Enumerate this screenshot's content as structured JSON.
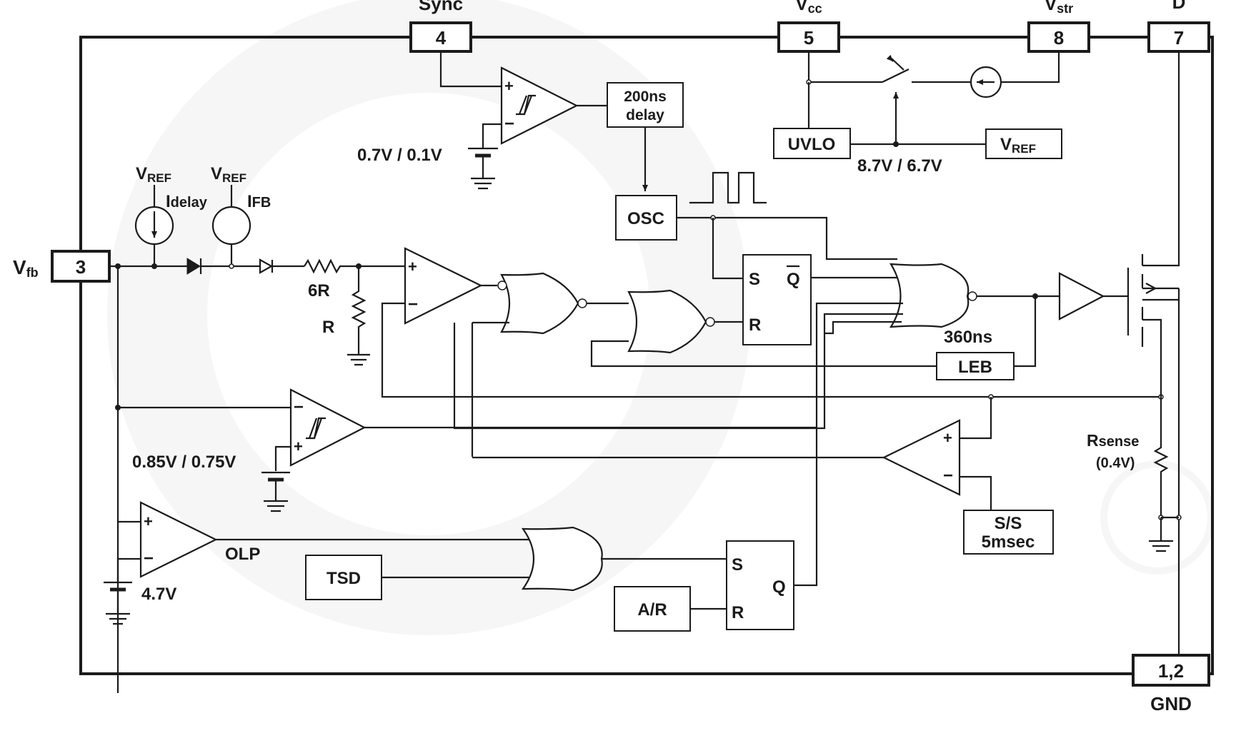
{
  "pins": {
    "sync": {
      "name": "Sync",
      "number": "4"
    },
    "vcc": {
      "name": "V",
      "sub": "cc",
      "number": "5"
    },
    "vstr": {
      "name": "V",
      "sub": "str",
      "number": "8"
    },
    "drain": {
      "name": "D",
      "number": "7"
    },
    "vfb": {
      "name": "V",
      "sub": "fb",
      "number": "3"
    },
    "gnd": {
      "name": "GND",
      "number": "1,2"
    }
  },
  "blocks": {
    "delay_line1": "200ns",
    "delay_line2": "delay",
    "osc": "OSC",
    "uvlo": "UVLO",
    "vref": "V",
    "vref_sub": "REF",
    "leb": "LEB",
    "leb_time": "360ns",
    "ss_line1": "S/S",
    "ss_line2": "5msec",
    "tsd": "TSD",
    "ar": "A/R"
  },
  "flipflop1": {
    "s": "S",
    "qbar": "Q",
    "r": "R"
  },
  "flipflop2": {
    "s": "S",
    "q": "Q",
    "r": "R"
  },
  "labels": {
    "sync_threshold": "0.7V / 0.1V",
    "uvlo_threshold": "8.7V / 6.7V",
    "vref1": "V",
    "vref1_sub": "REF",
    "vref2": "V",
    "vref2_sub": "REF",
    "idelay": "I",
    "idelay_sub": "delay",
    "ifb": "I",
    "ifb_sub": "FB",
    "r6": "6R",
    "r1": "R",
    "cmp_threshold": "0.85V / 0.75V",
    "olp_ref": "4.7V",
    "olp": "OLP",
    "rsense": "R",
    "rsense_sub": "sense",
    "rsense_value": "(0.4V)"
  },
  "signs": {
    "plus": "+",
    "minus": "−"
  }
}
